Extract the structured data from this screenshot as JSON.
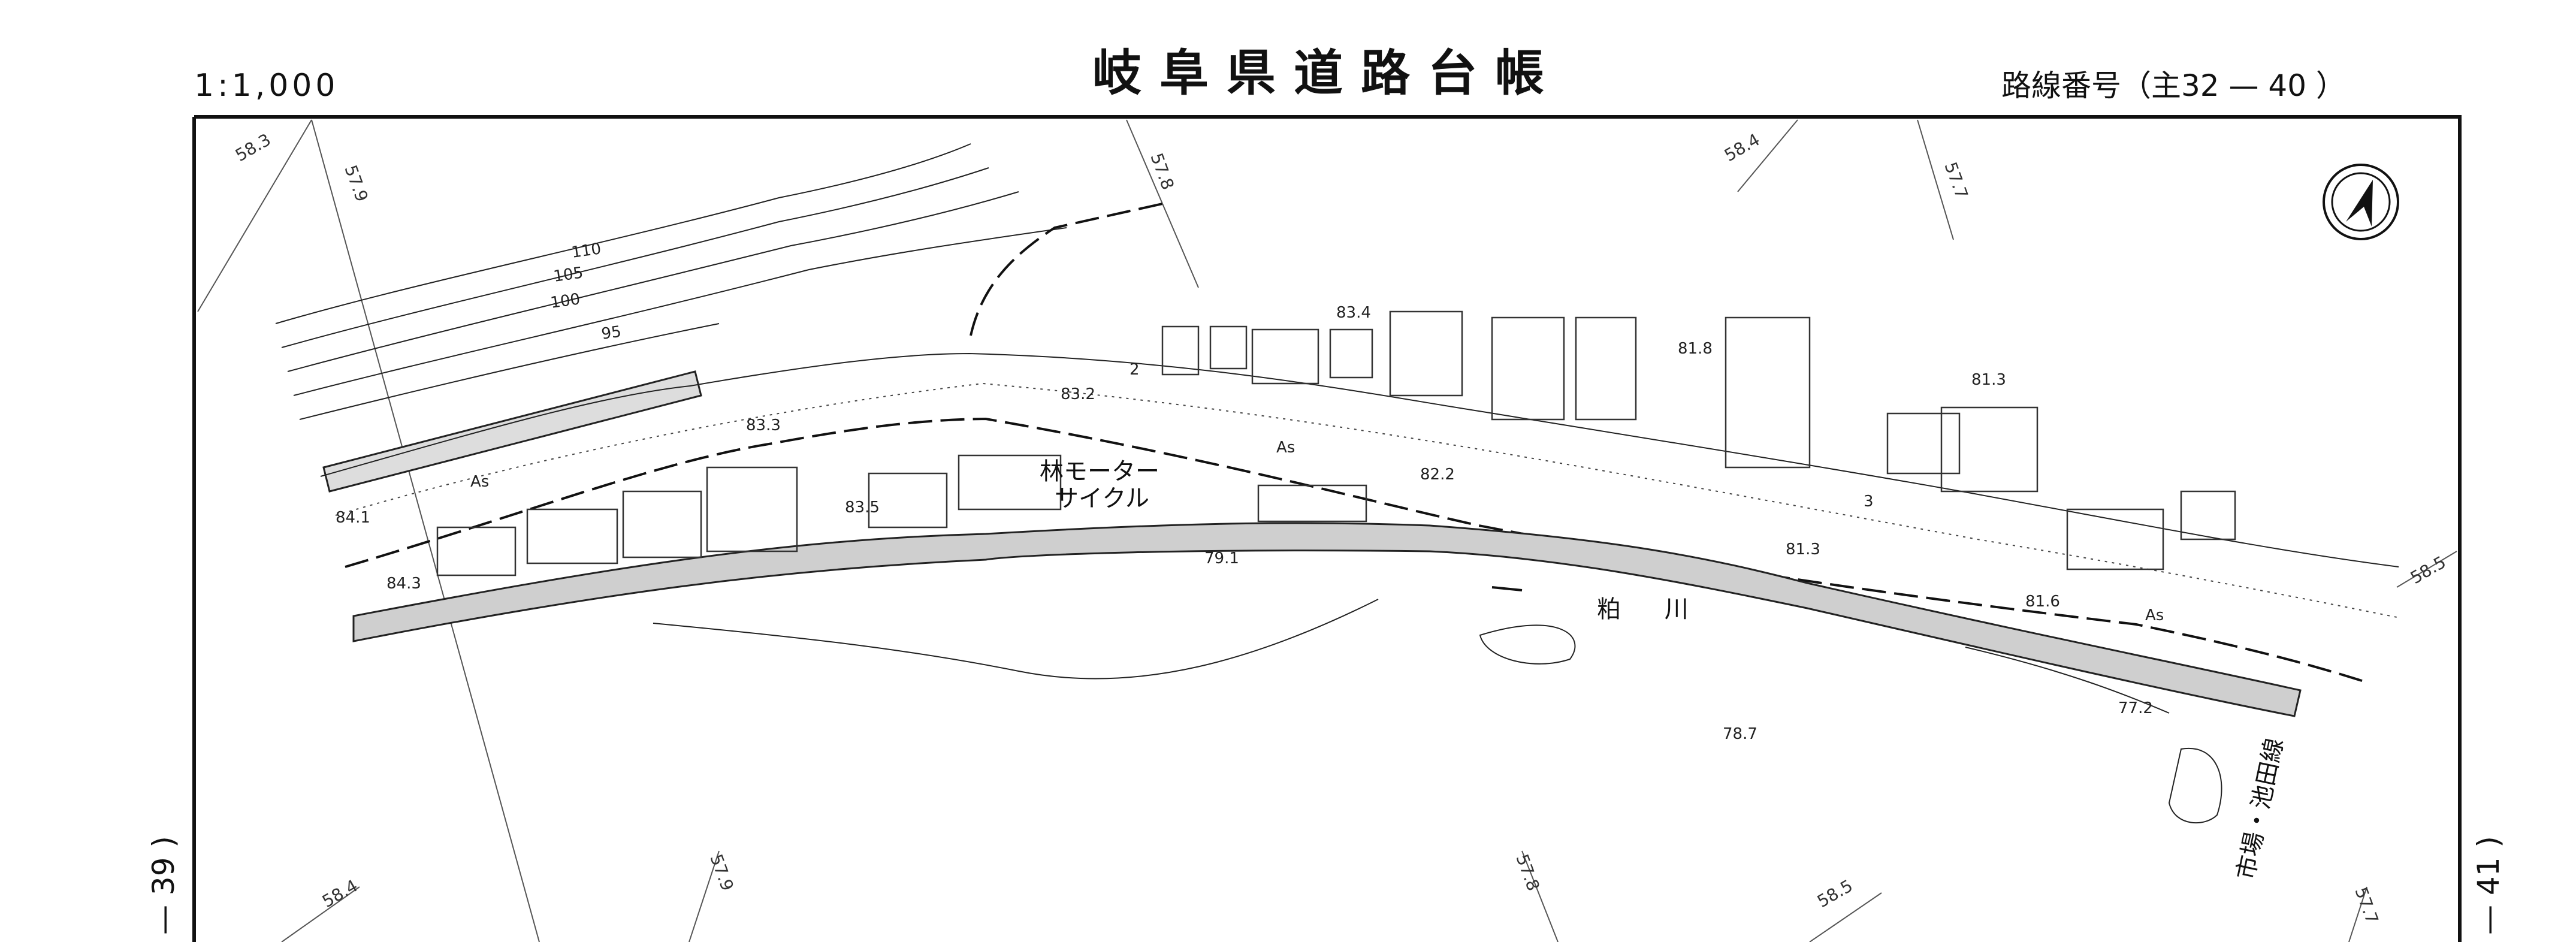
{
  "header": {
    "scale": "1:1,000",
    "title": "岐阜県道路台帳",
    "route_number": "路線番号（主32 — 40 ）"
  },
  "adjacent_sheets": {
    "left": "— 39 )",
    "right": "— 41 )"
  },
  "map": {
    "business_name_line1": "林モーター",
    "business_name_line2": "サイクル",
    "river_name": "粕 川",
    "road_name": "市場・池田線",
    "pavement_labels": [
      "As",
      "As",
      "As"
    ],
    "lot_numbers": [
      "2",
      "3"
    ],
    "spot_heights": [
      "83.3",
      "83.2",
      "82.2",
      "81.8",
      "81.3",
      "83.4",
      "83.5",
      "84.1",
      "84.3",
      "79.1",
      "78.7",
      "77.2",
      "81.6",
      "81.3"
    ],
    "contours": [
      "110",
      "105",
      "100",
      "95"
    ],
    "grid_marks": [
      "58.3",
      "57.9",
      "57.8",
      "58.4",
      "57.7",
      "58.5",
      "58.4",
      "57.9",
      "57.8",
      "58.5",
      "57.7"
    ],
    "compass": "north-arrow"
  }
}
